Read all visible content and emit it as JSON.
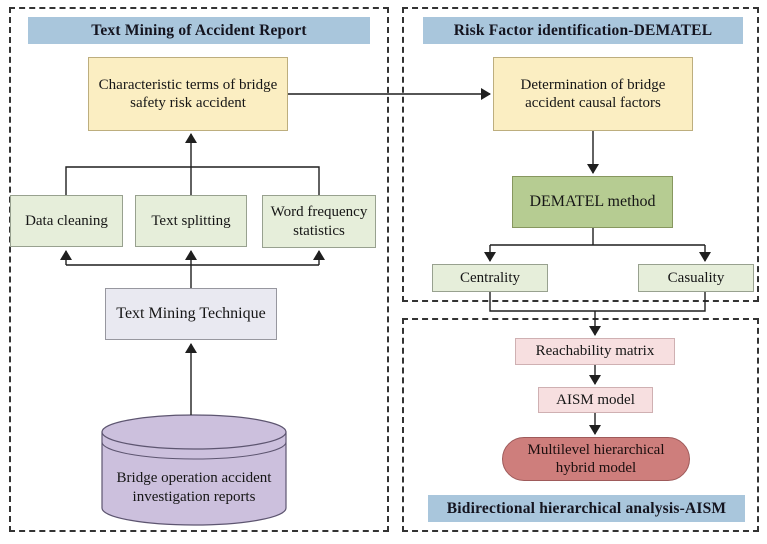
{
  "left_panel": {
    "header": "Text Mining of Accident Report",
    "characteristic_box": "Characteristic terms of bridge safety risk accident",
    "data_cleaning_box": "Data cleaning",
    "text_splitting_box": "Text splitting",
    "word_frequency_box": "Word frequency statistics",
    "technique_box": "Text Mining Technique",
    "database_cylinder": "Bridge operation accident investigation reports"
  },
  "right_top_panel": {
    "header": "Risk Factor identification-DEMATEL",
    "determination_box": "Determination of bridge accident causal factors",
    "method_box": "DEMATEL method",
    "centrality_box": "Centrality",
    "casuality_box": "Casuality"
  },
  "right_bottom_panel": {
    "header": "Bidirectional hierarchical analysis-AISM",
    "reachability_box": "Reachability matrix",
    "model_box": "AISM model",
    "hybrid_box": "Multilevel hierarchical hybrid model"
  },
  "colors": {
    "header_blue": "#a9c6dc",
    "box_yellow": "#fbeec2",
    "box_light_green": "#e6eeda",
    "box_medium_green": "#b6cc92",
    "box_grey_lavender": "#e9e9f1",
    "cylinder_purple": "#ccc0dd",
    "box_pink": "#f7dfe0",
    "stadium_red": "#ce7e7c",
    "line_black": "#1f1f1f",
    "dash_border": "#333333"
  }
}
